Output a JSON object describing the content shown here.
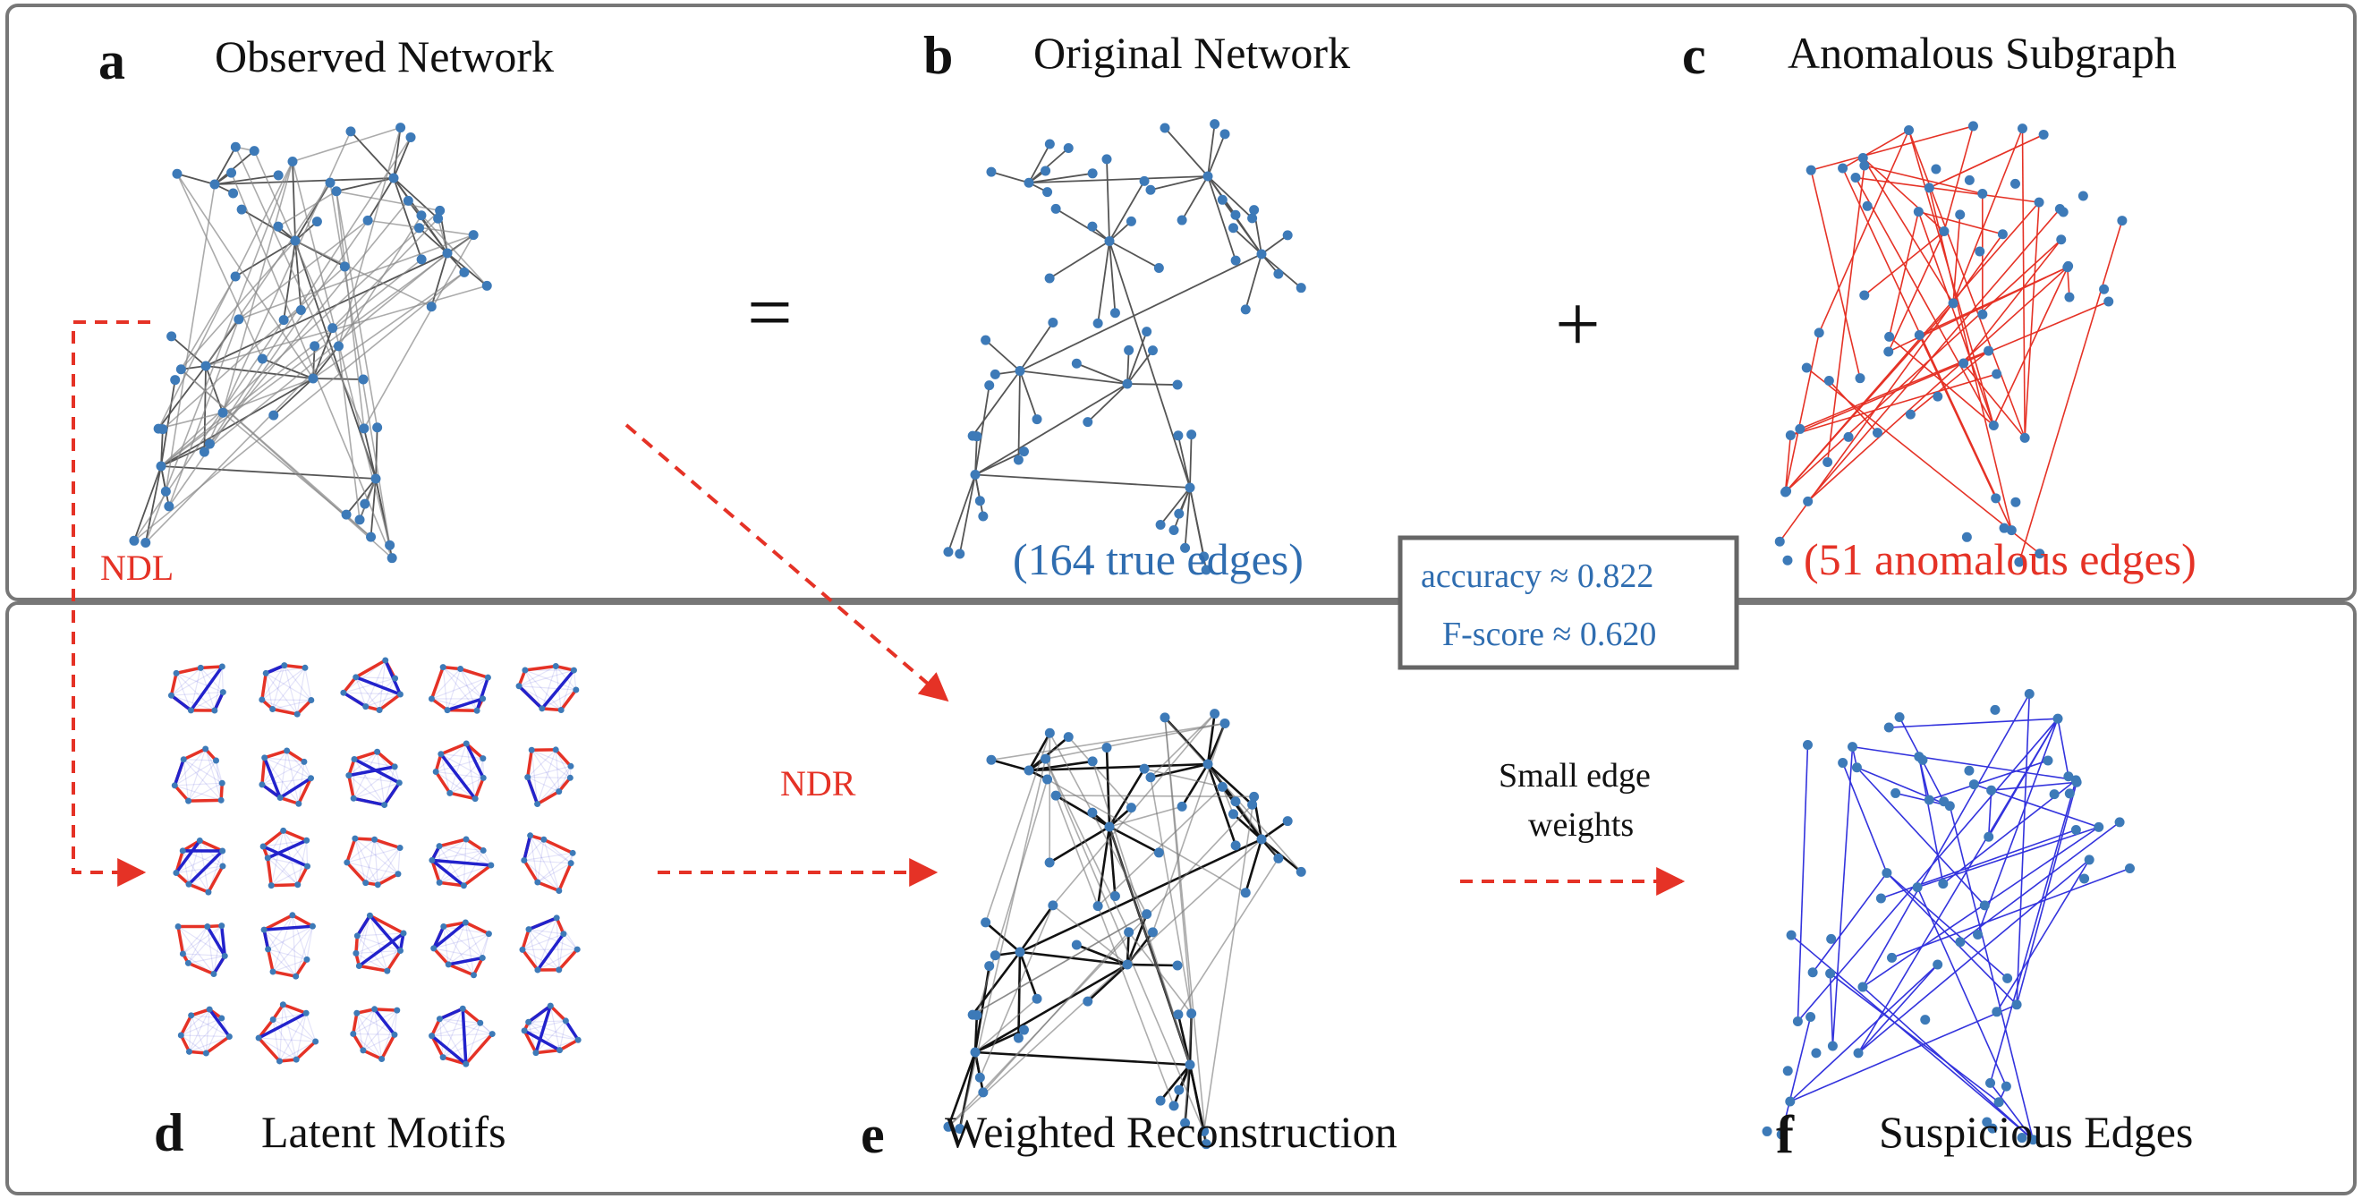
{
  "panels": {
    "a": {
      "letter": "a",
      "title": "Observed Network"
    },
    "b": {
      "letter": "b",
      "title": "Original Network",
      "caption": "(164 true edges)"
    },
    "c": {
      "letter": "c",
      "title": "Anomalous Subgraph",
      "caption": "(51 anomalous edges)"
    },
    "d": {
      "letter": "d",
      "title": "Latent Motifs"
    },
    "e": {
      "letter": "e",
      "title": "Weighted Reconstruction"
    },
    "f": {
      "letter": "f",
      "title": "Suspicious Edges"
    }
  },
  "operators": {
    "equals": "=",
    "plus": "+"
  },
  "arrows": {
    "ndl": "NDL",
    "ndr": "NDR",
    "small_weights_1": "Small edge",
    "small_weights_2": "weights"
  },
  "metrics": {
    "accuracy": "accuracy ≈  0.822",
    "fscore": "F-score  ≈  0.620"
  },
  "colors": {
    "node": "#3d7ab8",
    "true_edge": "#555555",
    "anomalous_edge": "#e53226",
    "suspicious_edge": "#3333dd",
    "motif_red": "#e53226",
    "motif_blue": "#2222cc",
    "box_border": "#666666",
    "arrow": "#e53226"
  }
}
